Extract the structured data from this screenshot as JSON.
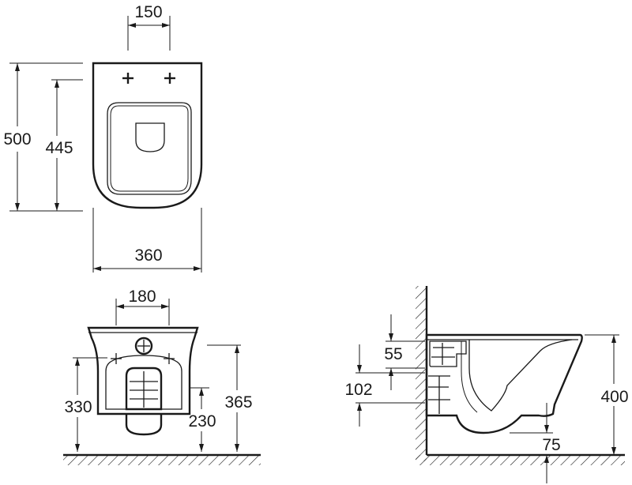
{
  "top_view": {
    "dim_width_top": "150",
    "dim_height_outer": "500",
    "dim_height_inner": "445",
    "dim_width_bottom": "360"
  },
  "front_view": {
    "dim_width_top": "180",
    "dim_height_left": "330",
    "dim_height_inner": "230",
    "dim_height_right": "365"
  },
  "side_view": {
    "dim_upper": "55",
    "dim_lower": "102",
    "dim_bottom": "75",
    "dim_height": "400"
  }
}
